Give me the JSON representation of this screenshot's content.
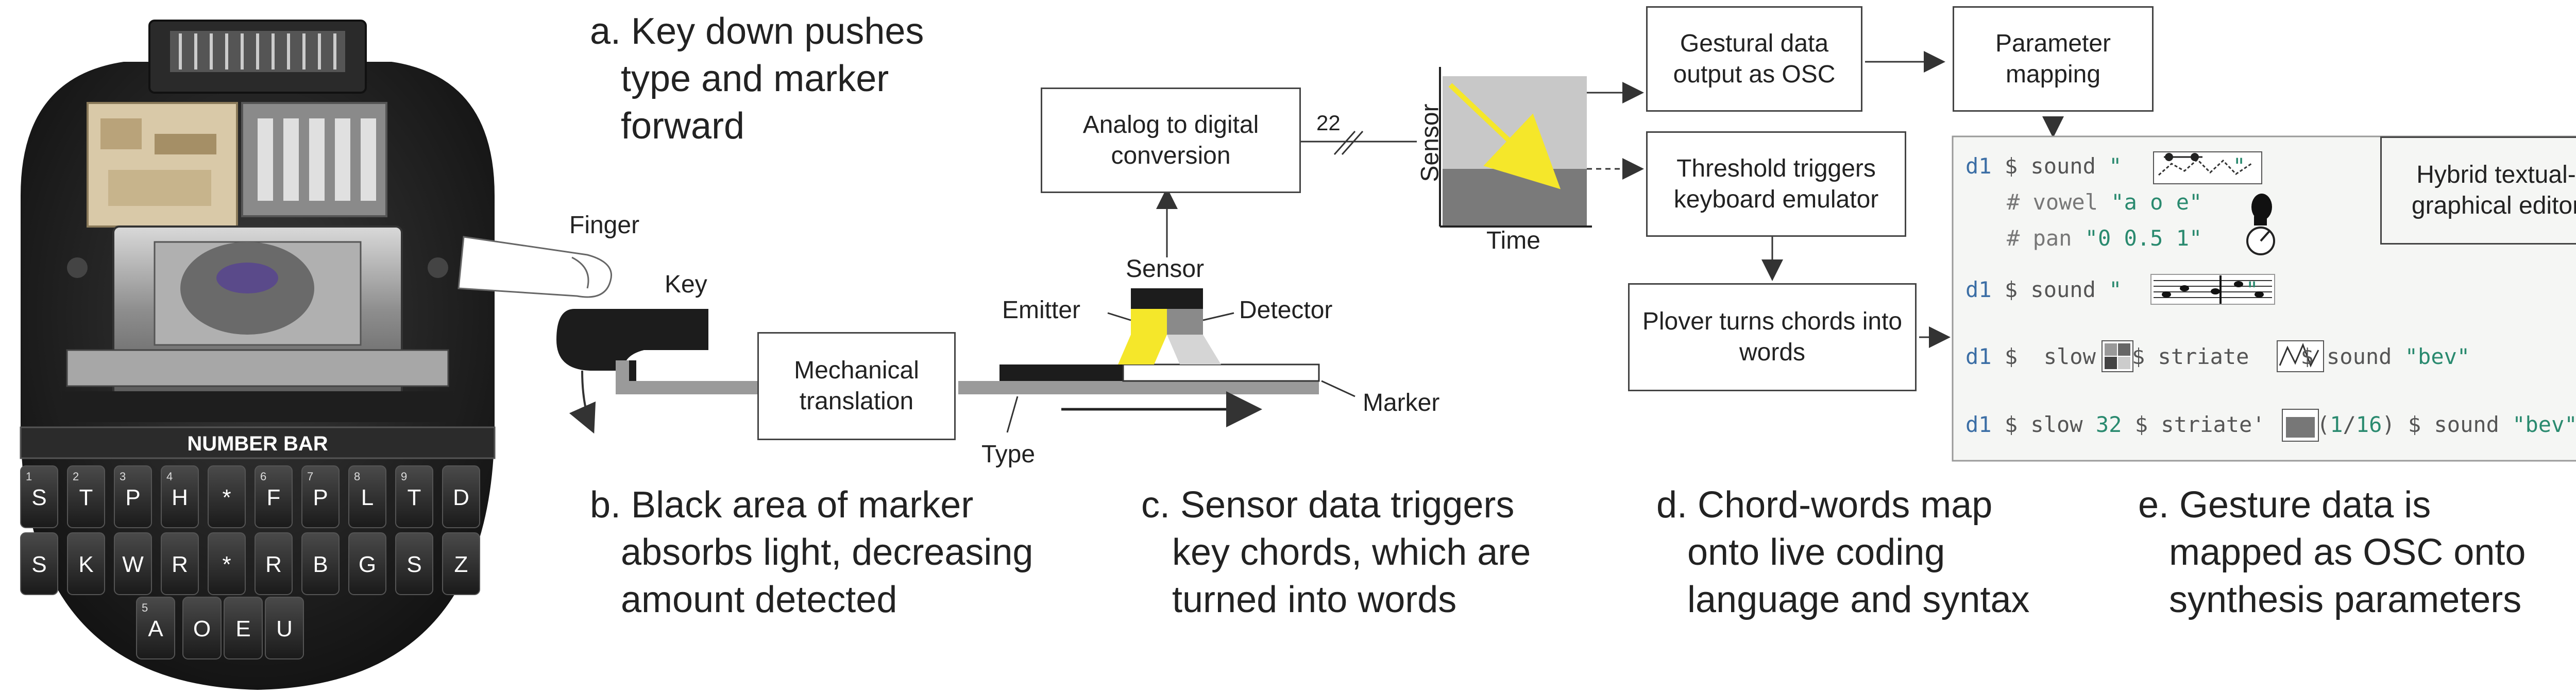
{
  "captions": {
    "a": [
      "a. Key down pushes",
      "type and marker",
      "forward"
    ],
    "b": [
      "b. Black area of marker",
      "absorbs light, decreasing",
      "amount detected"
    ],
    "c": [
      "c. Sensor data triggers",
      "key chords, which are",
      "turned into words"
    ],
    "d": [
      "d. Chord-words map",
      "onto live coding",
      "language and syntax"
    ],
    "e": [
      "e. Gesture data is",
      "mapped as OSC onto",
      "synthesis parameters"
    ]
  },
  "mechanism": {
    "finger_label": "Finger",
    "key_label": "Key",
    "mechanical_translation": "Mechanical translation",
    "type_label": "Type",
    "marker_label": "Marker",
    "emitter_label": "Emitter",
    "detector_label": "Detector",
    "sensor_label": "Sensor"
  },
  "pipeline": {
    "adc": "Analog to digital conversion",
    "bus_width": "22",
    "plot_ylabel": "Sensor",
    "plot_xlabel": "Time",
    "gestural_output": "Gestural data output as OSC",
    "parameter_mapping": "Parameter mapping",
    "threshold": "Threshold triggers keyboard emulator",
    "plover": "Plover turns chords into words",
    "editor_title": "Hybrid textual-graphical editor"
  },
  "keyboard": {
    "number_bar": "NUMBER BAR",
    "row1": [
      "S",
      "T",
      "P",
      "H",
      "*",
      "F",
      "P",
      "L",
      "T",
      "D"
    ],
    "row1_nums": [
      "1",
      "2",
      "3",
      "4",
      "",
      "6",
      "7",
      "8",
      "9",
      ""
    ],
    "row2": [
      "S",
      "K",
      "W",
      "R",
      "*",
      "R",
      "B",
      "G",
      "S",
      "Z"
    ],
    "row3": [
      "A",
      "O",
      "E",
      "U"
    ],
    "row3_num": "5"
  },
  "code": {
    "l1_a": "d1",
    "l1_b": " $ sound ",
    "l1_c": "\"",
    "l1_d": "\"",
    "l2": "# vowel ",
    "l2_s": "\"a o e\"",
    "l3": "# pan ",
    "l3_s": "\"0 0.5 1\"",
    "l4_a": "d1",
    "l4_b": " $ sound ",
    "l4_c": "\"",
    "l4_d": "\"",
    "l5_a": "d1",
    "l5_b": " $  slow",
    "l5_c": "$ striate",
    "l5_d": "$ sound ",
    "l5_s": "\"bev\"",
    "l6_a": "d1",
    "l6_b": " $ slow ",
    "l6_n": "32",
    "l6_c": " $ striate'",
    "l6_d": " (",
    "l6_n1": "1",
    "l6_e": "/",
    "l6_n2": "16",
    "l6_f": ") $ sound ",
    "l6_s": "\"bev\""
  },
  "colors": {
    "yellow": "#f5e72a",
    "dark": "#222222",
    "grey": "#9a9a9a",
    "plot_light": "#c8c8c8",
    "plot_dark": "#7a7a7a"
  }
}
